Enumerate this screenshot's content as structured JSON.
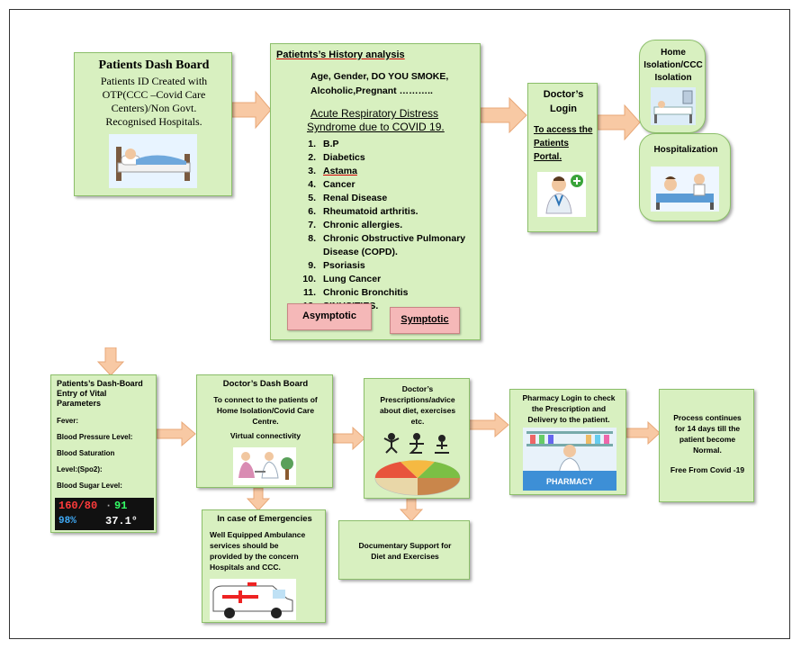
{
  "dashboard": {
    "title": "Patients Dash Board",
    "line1": "Patients ID Created with",
    "line2": "OTP(CCC –Covid Care",
    "line3": "Centers)/Non Govt.",
    "line4": "Recognised Hospitals."
  },
  "history": {
    "title": "Patietnts’s History analysis",
    "intro1": "Age, Gender, DO YOU SMOKE,",
    "intro2": "Alcoholic,Pregnant ………..",
    "heading1": "Acute Respiratory Distress",
    "heading2": "Syndrome due to COVID 19.",
    "items": [
      {
        "n": "1.",
        "label": "B.P"
      },
      {
        "n": "2.",
        "label": "Diabetics"
      },
      {
        "n": "3.",
        "label": "Astama"
      },
      {
        "n": "4.",
        "label": "Cancer"
      },
      {
        "n": "5.",
        "label": "Renal Disease"
      },
      {
        "n": "6.",
        "label": "Rheumatoid arthritis."
      },
      {
        "n": "7.",
        "label": "Chronic allergies."
      },
      {
        "n": "8.",
        "label": "Chronic Obstructive Pulmonary Disease (COPD)."
      },
      {
        "n": "9.",
        "label": "Psoriasis"
      },
      {
        "n": "10.",
        "label": "Lung Cancer"
      },
      {
        "n": "11.",
        "label": "Chronic Bronchitis"
      },
      {
        "n": "12.",
        "label": "SINUSITIES."
      }
    ],
    "asymptotic": "Asymptotic",
    "symptotic": "Symptotic"
  },
  "doctor_login": {
    "title1": "Doctor’s",
    "title2": "Login",
    "text1": "To access the",
    "text2": "Patients",
    "text3": "Portal."
  },
  "home_isolation": {
    "line1": "Home",
    "line2": "Isolation/CCC",
    "line3": "Isolation"
  },
  "hospitalization": {
    "label": "Hospitalization"
  },
  "vitals": {
    "title1": "Patients’s Dash-Board",
    "title2": "Entry of  Vital",
    "title3": "Parameters",
    "fever": "Fever:",
    "bp": "Blood Pressure Level:",
    "sat1": "Blood Saturation",
    "sat2": "Level:(Spo2):",
    "sugar": "Blood Sugar Level:",
    "monitor": {
      "bp": "160/80",
      "pulse": "91",
      "spo2": "98%",
      "temp": "37.1°"
    }
  },
  "doctor_dash": {
    "title": "Doctor’s Dash Board",
    "line1": "To connect to the patients of",
    "line2": "Home Isolation/Covid Care",
    "line3": "Centre.",
    "line4": "Virtual  connectivity"
  },
  "emergency": {
    "title": "In case of Emergencies",
    "line1": "Well Equipped Ambulance",
    "line2": "services should be",
    "line3": "provided by the concern",
    "line4": "Hospitals and CCC."
  },
  "prescriptions": {
    "line1": "Doctor’s",
    "line2": "Prescriptions/advice",
    "line3": "about diet, exercises",
    "line4": "etc."
  },
  "documentary": {
    "line1": "Documentary Support for",
    "line2": "Diet and Exercises"
  },
  "pharmacy": {
    "line1": "Pharmacy Login to check",
    "line2": "the Prescription and",
    "line3": "Delivery to the patient.",
    "sign": "PHARMACY"
  },
  "process": {
    "line1": "Process continues",
    "line2": "for 14 days till the",
    "line3": "patient become",
    "line4": "Normal.",
    "line5": "Free From Covid -19"
  },
  "colors": {
    "box": "#d8f0c0",
    "arrow": "#f8c9a4",
    "button": "#f5b8b8"
  }
}
